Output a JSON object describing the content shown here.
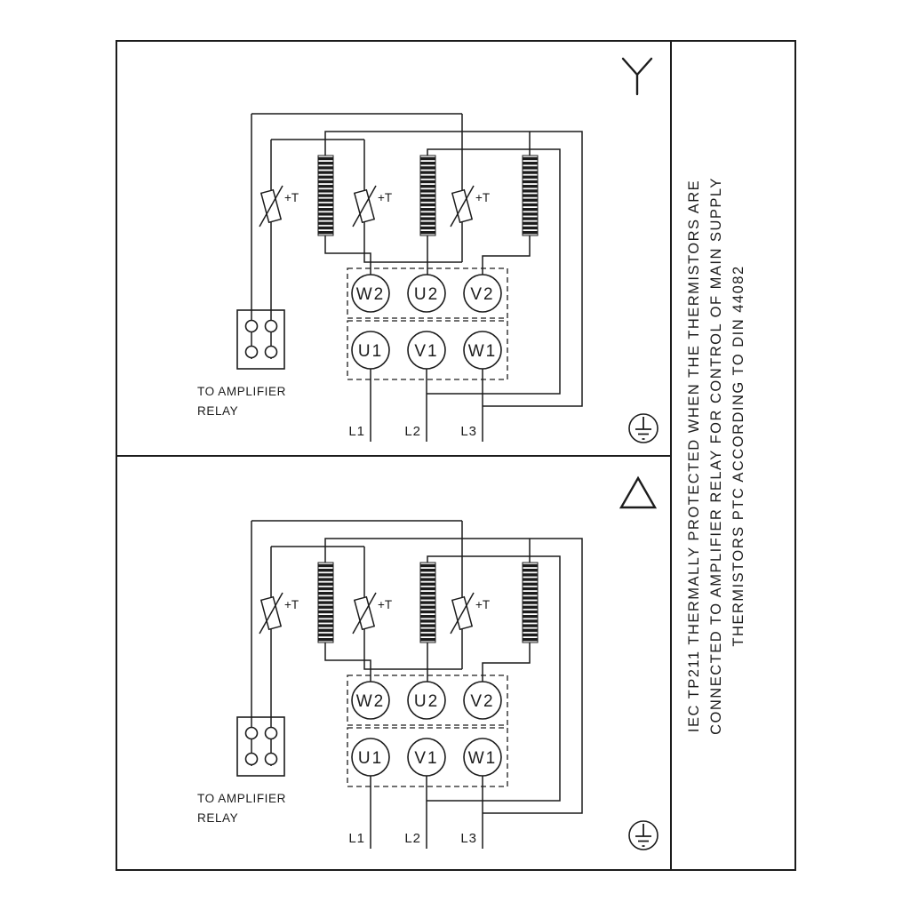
{
  "drawing": {
    "background": "#ffffff",
    "line_color": "#1c1c1c"
  },
  "side_note": {
    "lines": [
      "IEC TP211 THERMALLY PROTECTED WHEN THE THERMISTORS ARE",
      "CONNECTED TO AMPLIFIER RELAY FOR CONTROL OF MAIN SUPPLY",
      "THERMISTORS PTC ACCORDING TO DIN 44082"
    ]
  },
  "diagrams": [
    {
      "connection": "star",
      "thermistor_label": "+T",
      "relay_caption": [
        "TO AMPLIFIER",
        "RELAY"
      ],
      "terminals_top": [
        "W2",
        "U2",
        "V2"
      ],
      "terminals_bottom": [
        "U1",
        "V1",
        "W1"
      ],
      "supply_lines": [
        "L1",
        "L2",
        "L3"
      ]
    },
    {
      "connection": "delta",
      "thermistor_label": "+T",
      "relay_caption": [
        "TO AMPLIFIER",
        "RELAY"
      ],
      "terminals_top": [
        "W2",
        "U2",
        "V2"
      ],
      "terminals_bottom": [
        "U1",
        "V1",
        "W1"
      ],
      "supply_lines": [
        "L1",
        "L2",
        "L3"
      ]
    }
  ]
}
